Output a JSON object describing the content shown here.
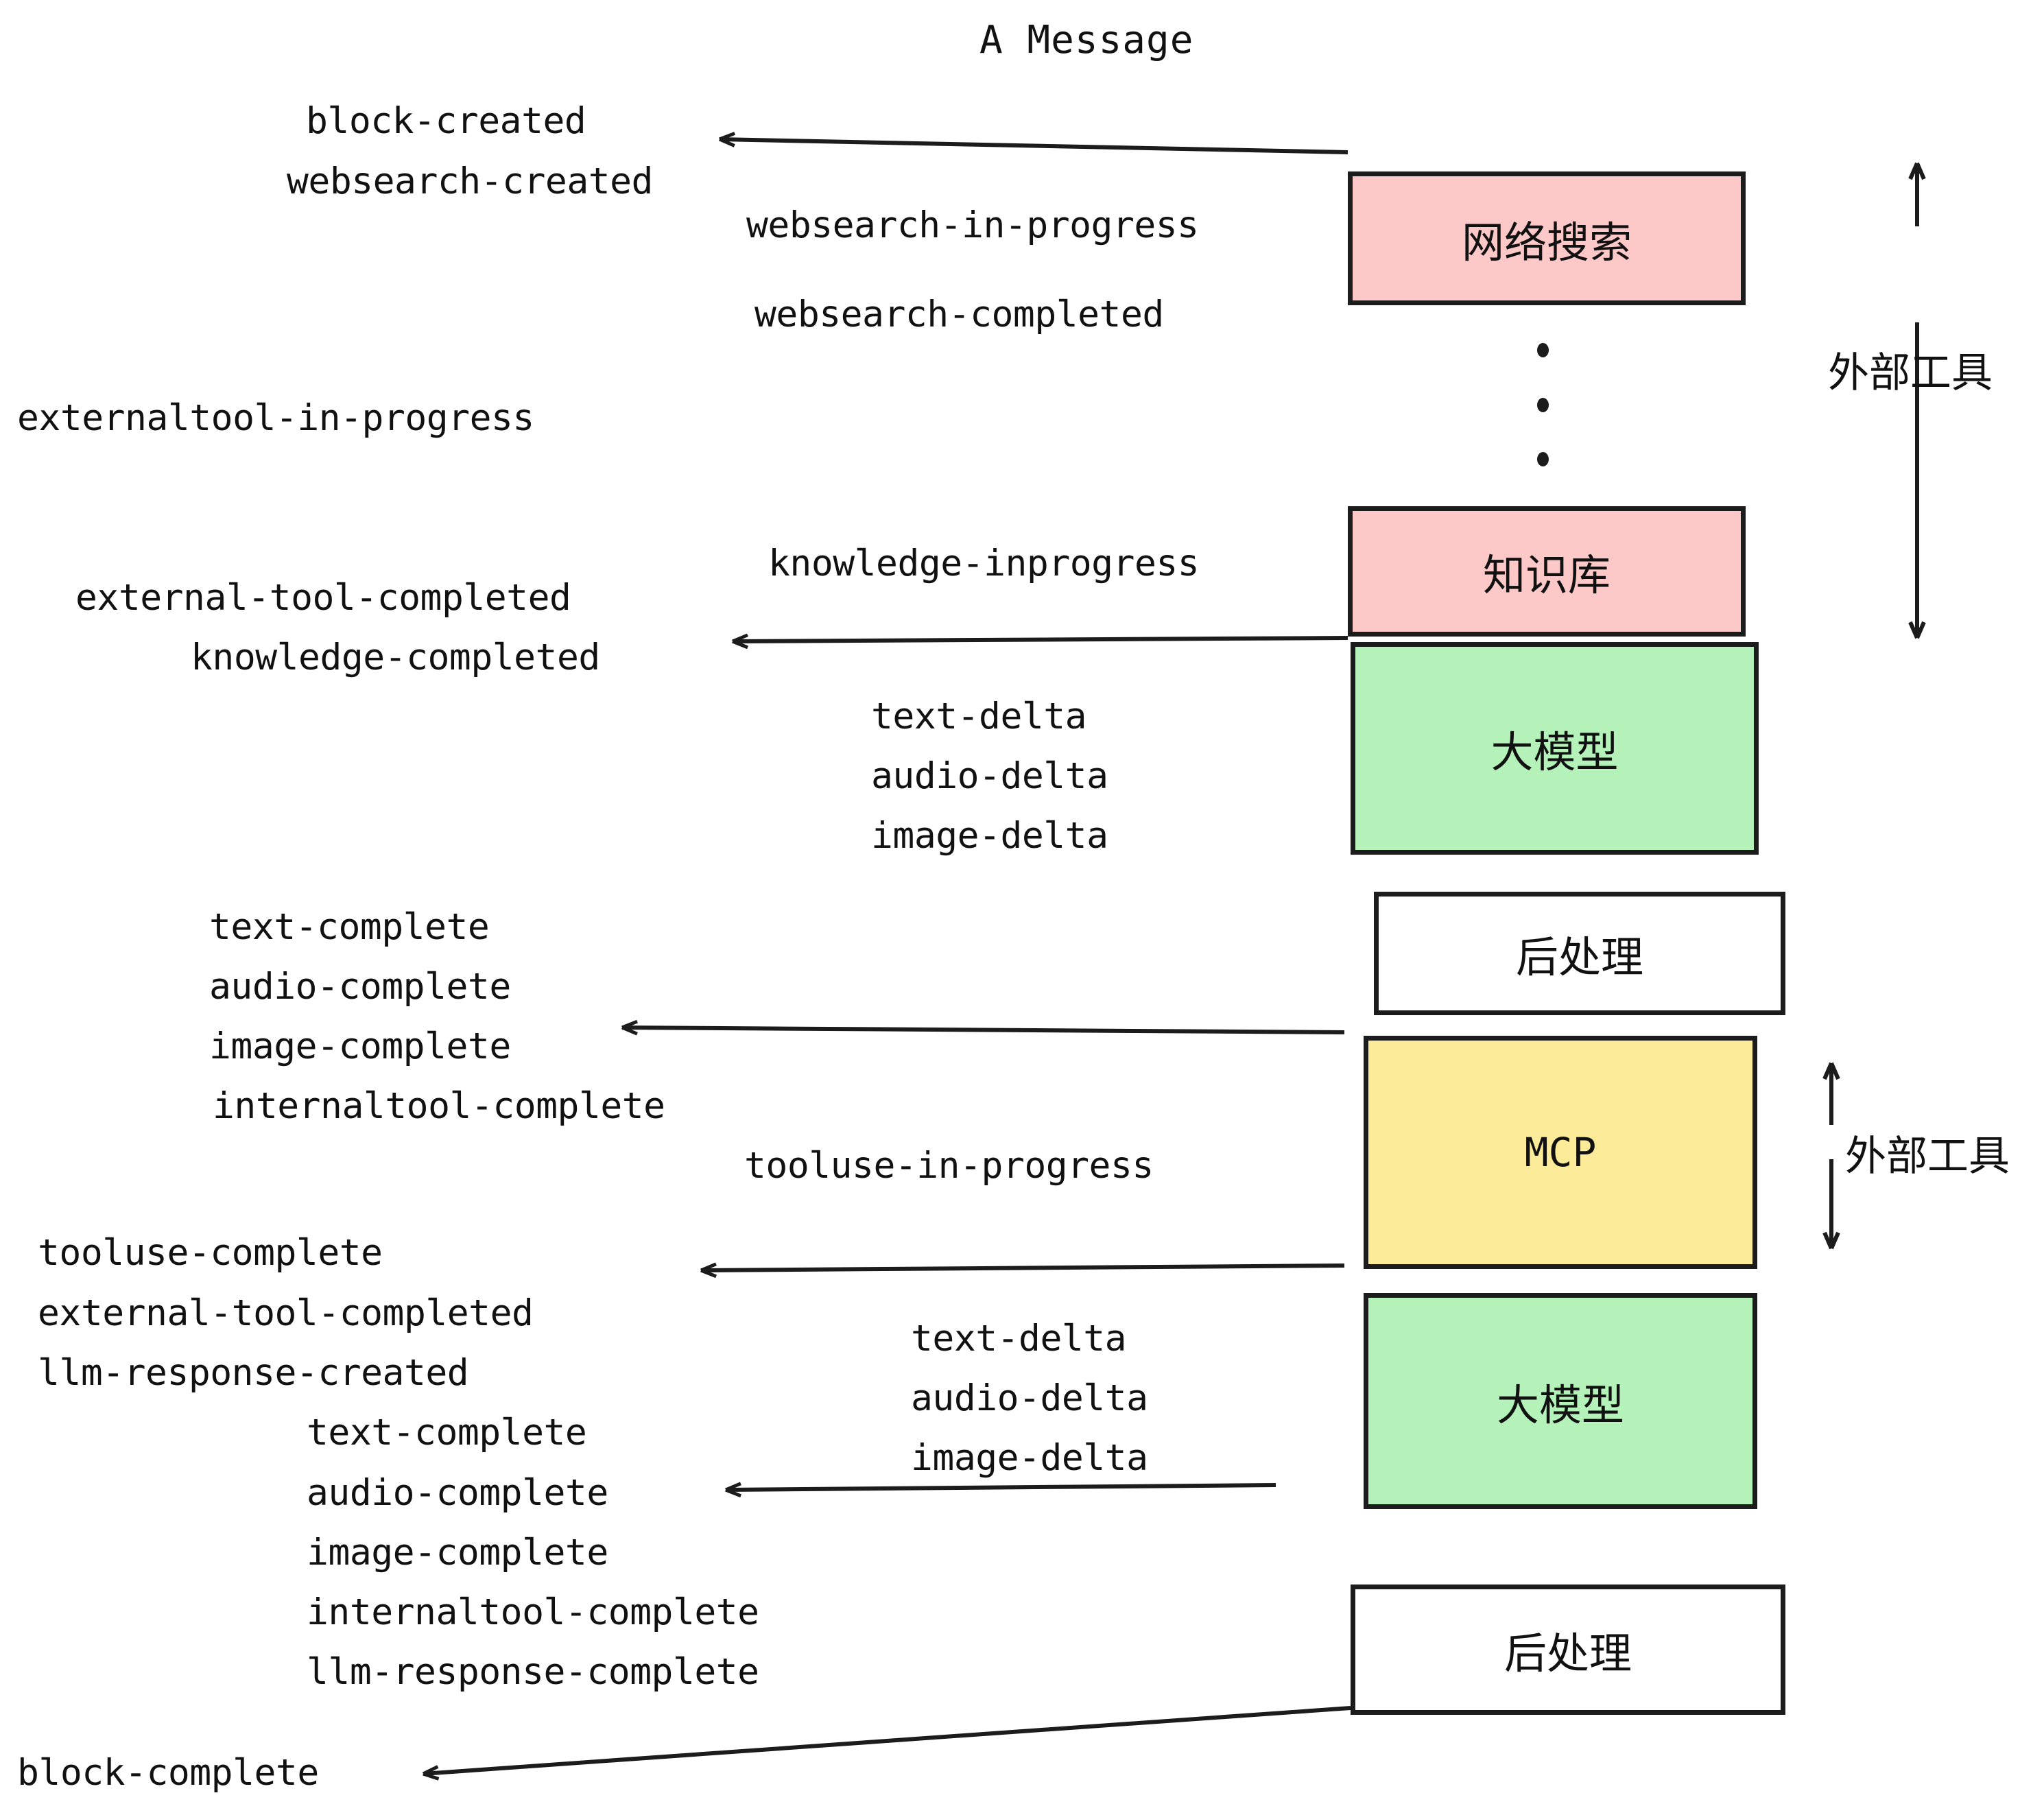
{
  "title": "A Message",
  "colors": {
    "pink": "#FCC8C8",
    "green": "#B4F2BA",
    "yellow": "#FCEB98",
    "white": "#FFFFFF",
    "stroke": "#1C1C1C",
    "text": "#111111",
    "background": "#FFFFFF"
  },
  "boxes": [
    {
      "id": "websearch",
      "label": "网络搜索",
      "fill": "#FCC8C8"
    },
    {
      "id": "knowledge",
      "label": "知识库",
      "fill": "#FCC8C8"
    },
    {
      "id": "llm-upper",
      "label": "大模型",
      "fill": "#B4F2BA"
    },
    {
      "id": "postprocess-upper",
      "label": "后处理",
      "fill": "#FFFFFF"
    },
    {
      "id": "mcp",
      "label": "MCP",
      "fill": "#FCEB98"
    },
    {
      "id": "llm-lower",
      "label": "大模型",
      "fill": "#B4F2BA"
    },
    {
      "id": "postprocess-lower",
      "label": "后处理",
      "fill": "#FFFFFF"
    }
  ],
  "side_labels": [
    {
      "id": "external-tools-upper",
      "label": "外部工具"
    },
    {
      "id": "external-tools-lower",
      "label": "外部工具"
    }
  ],
  "events": [
    {
      "id": "block-created",
      "text": "block-created"
    },
    {
      "id": "websearch-created",
      "text": "websearch-created"
    },
    {
      "id": "websearch-in-progress",
      "text": "websearch-in-progress"
    },
    {
      "id": "websearch-completed",
      "text": "websearch-completed"
    },
    {
      "id": "externaltool-in-progress",
      "text": "externaltool-in-progress"
    },
    {
      "id": "knowledge-inprogress",
      "text": "knowledge-inprogress"
    },
    {
      "id": "external-tool-completed-1",
      "text": "external-tool-completed"
    },
    {
      "id": "knowledge-completed",
      "text": "knowledge-completed"
    },
    {
      "id": "text-delta-1",
      "text": "text-delta"
    },
    {
      "id": "audio-delta-1",
      "text": "audio-delta"
    },
    {
      "id": "image-delta-1",
      "text": "image-delta"
    },
    {
      "id": "text-complete-1",
      "text": "text-complete"
    },
    {
      "id": "audio-complete-1",
      "text": "audio-complete"
    },
    {
      "id": "image-complete-1",
      "text": "image-complete"
    },
    {
      "id": "internaltool-complete-1",
      "text": "internaltool-complete"
    },
    {
      "id": "tooluse-in-progress",
      "text": "tooluse-in-progress"
    },
    {
      "id": "tooluse-complete",
      "text": "tooluse-complete"
    },
    {
      "id": "external-tool-completed-2",
      "text": "external-tool-completed"
    },
    {
      "id": "llm-response-created",
      "text": "llm-response-created"
    },
    {
      "id": "text-delta-2",
      "text": "text-delta"
    },
    {
      "id": "audio-delta-2",
      "text": "audio-delta"
    },
    {
      "id": "image-delta-2",
      "text": "image-delta"
    },
    {
      "id": "text-complete-2",
      "text": "text-complete"
    },
    {
      "id": "audio-complete-2",
      "text": "audio-complete"
    },
    {
      "id": "image-complete-2",
      "text": "image-complete"
    },
    {
      "id": "internaltool-complete-2",
      "text": "internaltool-complete"
    },
    {
      "id": "llm-response-complete",
      "text": "llm-response-complete"
    },
    {
      "id": "block-complete",
      "text": "block-complete"
    }
  ]
}
